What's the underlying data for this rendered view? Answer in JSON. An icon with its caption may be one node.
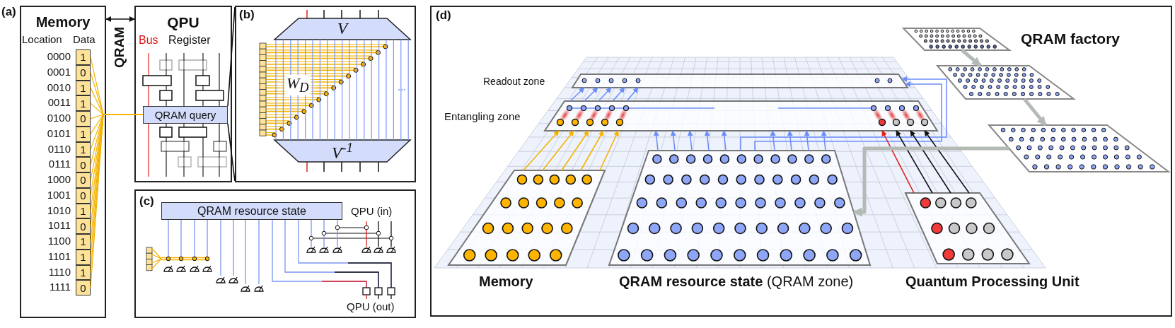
{
  "diagram": {
    "nodes": [
      {
        "text": [
          "Memory"
        ]
      },
      {
        "text": [
          "1"
        ],
        "in": 0
      },
      {
        "text": [
          "0"
        ],
        "in": 0
      },
      {
        "text": [
          "1"
        ],
        "in": 0
      },
      {
        "text": [
          "1"
        ],
        "in": 0
      },
      {
        "text": [
          "0"
        ],
        "in": 0
      },
      {
        "text": [
          "1"
        ],
        "in": 0
      },
      {
        "text": [
          "1"
        ],
        "in": 0
      },
      {
        "text": [
          "0"
        ],
        "in": 0
      },
      {
        "text": [
          "0"
        ],
        "in": 0
      },
      {
        "text": [
          "0"
        ],
        "in": 0
      },
      {
        "text": [
          "1"
        ],
        "in": 0
      },
      {
        "text": [
          "0"
        ],
        "in": 0
      },
      {
        "text": [
          "1"
        ],
        "in": 0
      },
      {
        "text": [
          "1"
        ],
        "in": 0
      },
      {
        "text": [
          "1"
        ],
        "in": 0
      },
      {
        "text": [
          "0"
        ],
        "in": 0
      },
      {
        "text": [
          "QPU"
        ]
      },
      {
        "text": [
          "QRAM query"
        ],
        "in": 17
      },
      {
        "text": [],
        "shape": "box"
      },
      {
        "text": [
          "V"
        ],
        "in": 19
      },
      {
        "text": [
          "V$^{-1}$"
        ],
        "in": 19
      },
      {
        "text": [],
        "shape": "box"
      },
      {
        "text": [
          "QRAM resource state"
        ],
        "in": 22
      },
      {
        "text": [],
        "shape": "box"
      },
      {
        "text": [],
        "shape": "parallelogram",
        "in": 24,
        "beside": [
          "QRAM factory"
        ]
      },
      {
        "text": [],
        "shape": "parallelogram",
        "in": 24
      },
      {
        "text": [],
        "shape": "parallelogram",
        "in": 24
      },
      {
        "text": [
          "Readout zone"
        ],
        "in": 24
      },
      {
        "text": [
          "Entangling zone"
        ],
        "in": 24
      },
      {
        "text": [
          "Memory"
        ],
        "in": 24
      },
      {
        "text": [
          "**QRAM resource state** (QRAM zone)"
        ],
        "in": 24
      },
      {
        "text": [
          "Quantum Processing Unit"
        ],
        "in": 24
      }
    ],
    "edges": [
      {
        "from": 0,
        "to": 17,
        "arrow": "both",
        "label": "QRAM",
        "color": "#111111"
      },
      {
        "from": 1,
        "to": 18,
        "arrow": "none",
        "color": "#f5b400"
      },
      {
        "from": 2,
        "to": 18,
        "arrow": "none",
        "color": "#f5b400"
      },
      {
        "from": 3,
        "to": 18,
        "arrow": "none",
        "color": "#f5b400"
      },
      {
        "from": 4,
        "to": 18,
        "arrow": "none",
        "color": "#f5b400"
      },
      {
        "from": 5,
        "to": 18,
        "arrow": "none",
        "color": "#f5b400"
      },
      {
        "from": 6,
        "to": 18,
        "arrow": "none",
        "color": "#f5b400"
      },
      {
        "from": 7,
        "to": 18,
        "arrow": "none",
        "color": "#f5b400"
      },
      {
        "from": 8,
        "to": 18,
        "arrow": "none",
        "color": "#f5b400"
      },
      {
        "from": 9,
        "to": 18,
        "arrow": "none",
        "color": "#f5b400"
      },
      {
        "from": 10,
        "to": 18,
        "arrow": "none",
        "color": "#f5b400"
      },
      {
        "from": 11,
        "to": 18,
        "arrow": "none",
        "color": "#f5b400"
      },
      {
        "from": 12,
        "to": 18,
        "arrow": "none",
        "color": "#f5b400"
      },
      {
        "from": 13,
        "to": 18,
        "arrow": "none",
        "color": "#f5b400"
      },
      {
        "from": 14,
        "to": 18,
        "arrow": "none",
        "color": "#f5b400"
      },
      {
        "from": 15,
        "to": 18,
        "arrow": "none",
        "color": "#f5b400"
      },
      {
        "from": 16,
        "to": 18,
        "arrow": "none",
        "color": "#f5b400"
      },
      {
        "from": 18,
        "to": 19,
        "arrow": "none",
        "color": "#111111"
      },
      {
        "from": 20,
        "to": 21,
        "arrow": "none",
        "color": "#7b95f5"
      },
      {
        "from": 20,
        "to": 21,
        "arrow": "none",
        "color": "#7b95f5"
      },
      {
        "from": 20,
        "to": 21,
        "arrow": "none",
        "color": "#7b95f5"
      },
      {
        "from": 20,
        "to": 21,
        "arrow": "none",
        "color": "#7b95f5"
      },
      {
        "from": 20,
        "to": 21,
        "arrow": "none",
        "color": "#7b95f5"
      },
      {
        "from": 20,
        "to": 21,
        "arrow": "none",
        "color": "#7b95f5"
      },
      {
        "from": 20,
        "to": 21,
        "arrow": "none",
        "color": "#7b95f5"
      },
      {
        "from": 20,
        "to": 21,
        "arrow": "none",
        "color": "#7b95f5"
      },
      {
        "from": 20,
        "to": 21,
        "arrow": "none",
        "color": "#7b95f5"
      },
      {
        "from": 20,
        "to": 21,
        "arrow": "none",
        "color": "#7b95f5"
      },
      {
        "from": 20,
        "to": 21,
        "arrow": "none",
        "color": "#7b95f5"
      },
      {
        "from": 20,
        "to": 21,
        "arrow": "none",
        "color": "#7b95f5"
      },
      {
        "from": 20,
        "to": 21,
        "arrow": "none",
        "color": "#7b95f5"
      },
      {
        "from": 20,
        "to": 21,
        "arrow": "none",
        "color": "#7b95f5"
      },
      {
        "from": 20,
        "to": 21,
        "arrow": "none",
        "color": "#7b95f5"
      },
      {
        "from": 20,
        "to": 21,
        "arrow": "none",
        "color": "#7b95f5"
      },
      {
        "from": 20,
        "to": 21,
        "arrow": "none",
        "color": "#7b95f5"
      },
      {
        "from": 20,
        "to": 21,
        "arrow": "none",
        "color": "#7b95f5"
      },
      {
        "from": 20,
        "to": 21,
        "arrow": "none",
        "color": "#7b95f5"
      },
      {
        "from": 30,
        "to": 29,
        "arrow": "to",
        "color": "#f5b400"
      },
      {
        "from": 30,
        "to": 29,
        "arrow": "to",
        "color": "#f5b400"
      },
      {
        "from": 30,
        "to": 29,
        "arrow": "to",
        "color": "#f5b400"
      },
      {
        "from": 30,
        "to": 29,
        "arrow": "to",
        "color": "#f5b400"
      },
      {
        "from": 30,
        "to": 29,
        "arrow": "to",
        "color": "#f5b400"
      },
      {
        "from": 31,
        "to": 29,
        "arrow": "to",
        "color": "#6d8ef8"
      },
      {
        "from": 31,
        "to": 29,
        "arrow": "to",
        "color": "#6d8ef8"
      },
      {
        "from": 31,
        "to": 29,
        "arrow": "to",
        "color": "#6d8ef8"
      },
      {
        "from": 31,
        "to": 29,
        "arrow": "to",
        "color": "#6d8ef8"
      },
      {
        "from": 31,
        "to": 29,
        "arrow": "to",
        "color": "#6d8ef8"
      },
      {
        "from": 31,
        "to": 29,
        "arrow": "to",
        "color": "#6d8ef8"
      },
      {
        "from": 31,
        "to": 29,
        "arrow": "to",
        "color": "#6d8ef8"
      },
      {
        "from": 31,
        "to": 29,
        "arrow": "to",
        "color": "#6d8ef8"
      },
      {
        "from": 31,
        "to": 29,
        "arrow": "to",
        "color": "#6d8ef8"
      },
      {
        "from": 31,
        "to": 28,
        "arrow": "to",
        "color": "#6d8ef8"
      },
      {
        "from": 31,
        "to": 28,
        "arrow": "to",
        "color": "#6d8ef8"
      },
      {
        "from": 29,
        "to": 28,
        "arrow": "to",
        "color": "#6d8ef8"
      },
      {
        "from": 29,
        "to": 28,
        "arrow": "to",
        "color": "#6d8ef8"
      },
      {
        "from": 29,
        "to": 28,
        "arrow": "to",
        "color": "#6d8ef8"
      },
      {
        "from": 29,
        "to": 28,
        "arrow": "to",
        "color": "#6d8ef8"
      },
      {
        "from": 29,
        "to": 28,
        "arrow": "to",
        "color": "#6d8ef8"
      },
      {
        "from": 32,
        "to": 29,
        "arrow": "to",
        "color": "#e0201c"
      },
      {
        "from": 32,
        "to": 29,
        "arrow": "to",
        "color": "#111111"
      },
      {
        "from": 32,
        "to": 29,
        "arrow": "to",
        "color": "#111111"
      },
      {
        "from": 32,
        "to": 29,
        "arrow": "to",
        "color": "#111111"
      },
      {
        "from": 25,
        "to": 26,
        "arrow": "to",
        "style": "thick",
        "color": "#b4bab4"
      },
      {
        "from": 26,
        "to": 27,
        "arrow": "to",
        "style": "thick",
        "color": "#b4bab4"
      },
      {
        "from": 27,
        "to": 31,
        "arrow": "to",
        "style": "thick",
        "color": "#b4bab4"
      }
    ],
    "labels": [
      "(a)",
      "Location",
      "Data",
      "0000",
      "0001",
      "0010",
      "0011",
      "0100",
      "0101",
      "0110",
      "0111",
      "1000",
      "1001",
      "1010",
      "1011",
      "1100",
      "1101",
      "1110",
      "1111",
      "Bus",
      "Register",
      "(b)",
      "W$_{D}$",
      "(c)",
      "QPU (in)",
      "QPU (out)",
      "(d)"
    ]
  }
}
